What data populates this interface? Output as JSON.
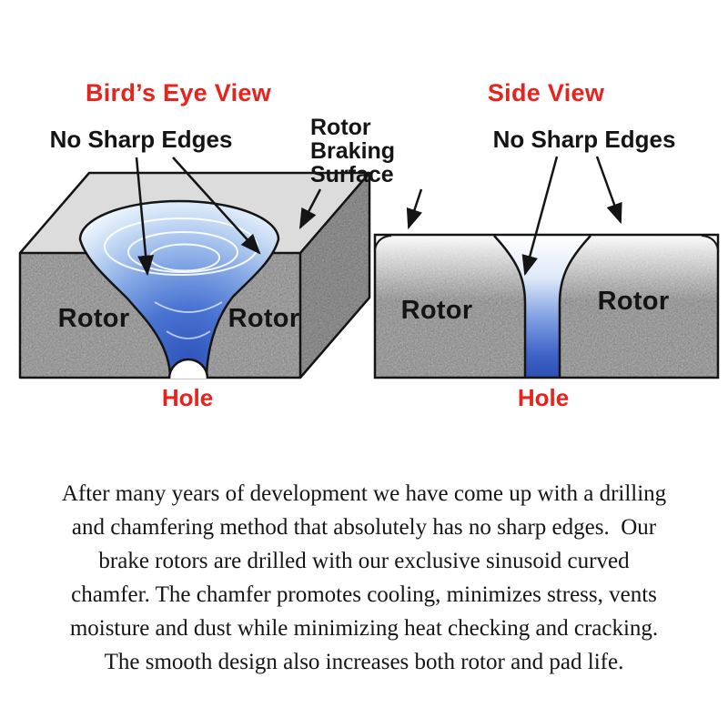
{
  "colors": {
    "accent_red": "#e8231e",
    "ink_black": "#141414",
    "steel_top": "#dcdcdc",
    "steel_face": "#b7b7b7",
    "chamfer_blue_deep": "#2d54bb"
  },
  "birds_eye": {
    "title": "Bird’s Eye View",
    "no_sharp_edges": "No Sharp Edges",
    "rotor_left": "Rotor",
    "rotor_right": "Rotor",
    "hole": "Hole"
  },
  "center_callout": {
    "lines": [
      "Rotor",
      "Braking",
      "Surface"
    ]
  },
  "side_view": {
    "title": "Side View",
    "no_sharp_edges": "No Sharp Edges",
    "rotor_left": "Rotor",
    "rotor_right": "Rotor",
    "hole": "Hole"
  },
  "paragraph": {
    "lines": [
      "After many years of development we have come up with a drilling",
      "and chamfering method that absolutely has no sharp edges.  Our",
      "brake rotors are drilled with our exclusive sinusoid curved",
      "chamfer. The chamfer promotes cooling, minimizes stress, vents",
      "moisture and dust while minimizing heat checking and cracking.",
      "The smooth design also increases both rotor and pad life."
    ]
  }
}
